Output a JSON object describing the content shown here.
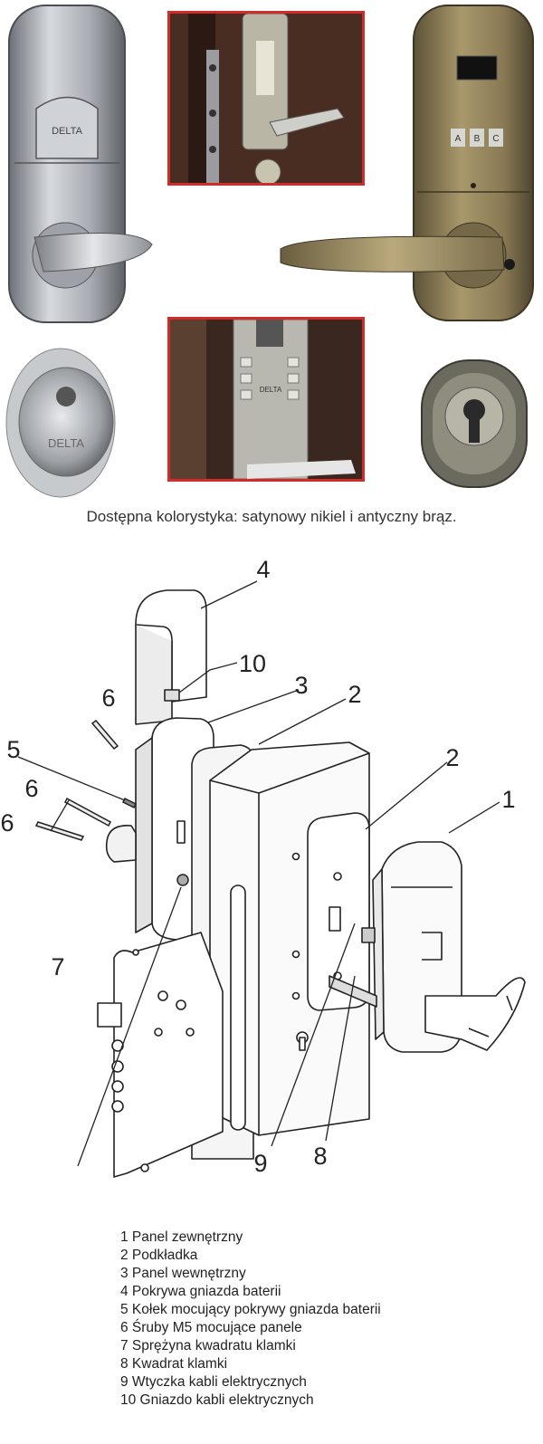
{
  "caption": "Dostępna kolorystyka: satynowy nikiel i antyczny brąz.",
  "brand": "DELTA",
  "keypad_keys": [
    "A",
    "B",
    "C"
  ],
  "callouts": [
    "1",
    "2",
    "2",
    "3",
    "4",
    "5",
    "6",
    "6",
    "6",
    "7",
    "8",
    "9",
    "10"
  ],
  "legend": [
    "1 Panel  zewnętrzny",
    "2 Podkładka",
    "3 Panel wewnętrzny",
    "4 Pokrywa gniazda baterii",
    "5 Kołek mocujący pokrywy gniazda baterii",
    "6 Śruby M5 mocujące panele",
    "7 Sprężyna kwadratu klamki",
    "8 Kwadrat klamki",
    "9 Wtyczka kabli elektrycznych",
    "10 Gniazdo kabli elektrycznych"
  ],
  "colors": {
    "frame": "#d32a2a",
    "nickel": "#b8bcc2",
    "bronze": "#8a7a55"
  }
}
